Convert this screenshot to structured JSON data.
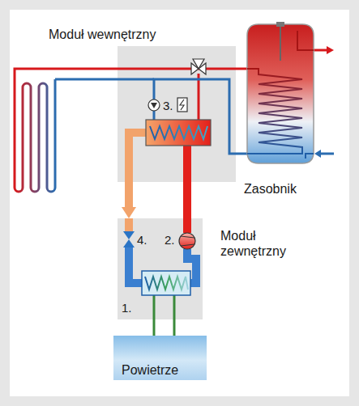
{
  "diagram": {
    "nodes": [
      {
        "text": [
          "Moduł wewnętrzny"
        ]
      },
      {
        "text": [
          "Zasobnik"
        ]
      },
      {
        "text": [
          "Moduł zewnętrzny"
        ]
      },
      {
        "text": [
          "Powietrze"
        ]
      }
    ],
    "edges": [
      {
        "from": 0,
        "to": 2,
        "arrow": "to"
      },
      {
        "from": 2,
        "to": 0,
        "arrow": "none"
      },
      {
        "from": 0,
        "to": 1,
        "arrow": "none"
      },
      {
        "from": 1,
        "to": 0,
        "arrow": "none"
      },
      {
        "from": 2,
        "to": 3,
        "arrow": "none"
      },
      {
        "from": 2,
        "to": 3,
        "arrow": "none"
      }
    ],
    "labels": [
      "3.",
      "4.",
      "2.",
      "1."
    ]
  }
}
